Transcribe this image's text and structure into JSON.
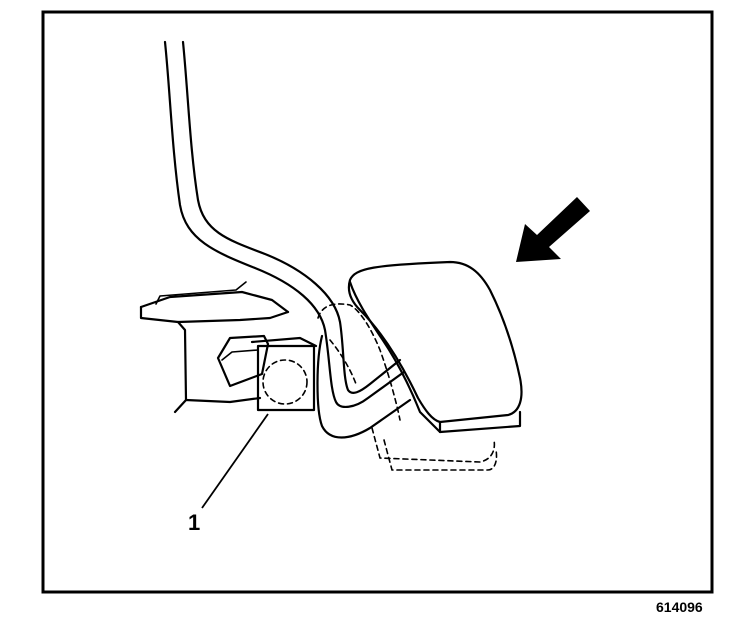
{
  "diagram": {
    "callouts": [
      {
        "id": "1",
        "label": "1"
      }
    ],
    "figure_number": "614096",
    "arrow_meaning": "direction-of-force-on-pedal"
  },
  "colors": {
    "ink": "#000000",
    "background": "#ffffff"
  }
}
